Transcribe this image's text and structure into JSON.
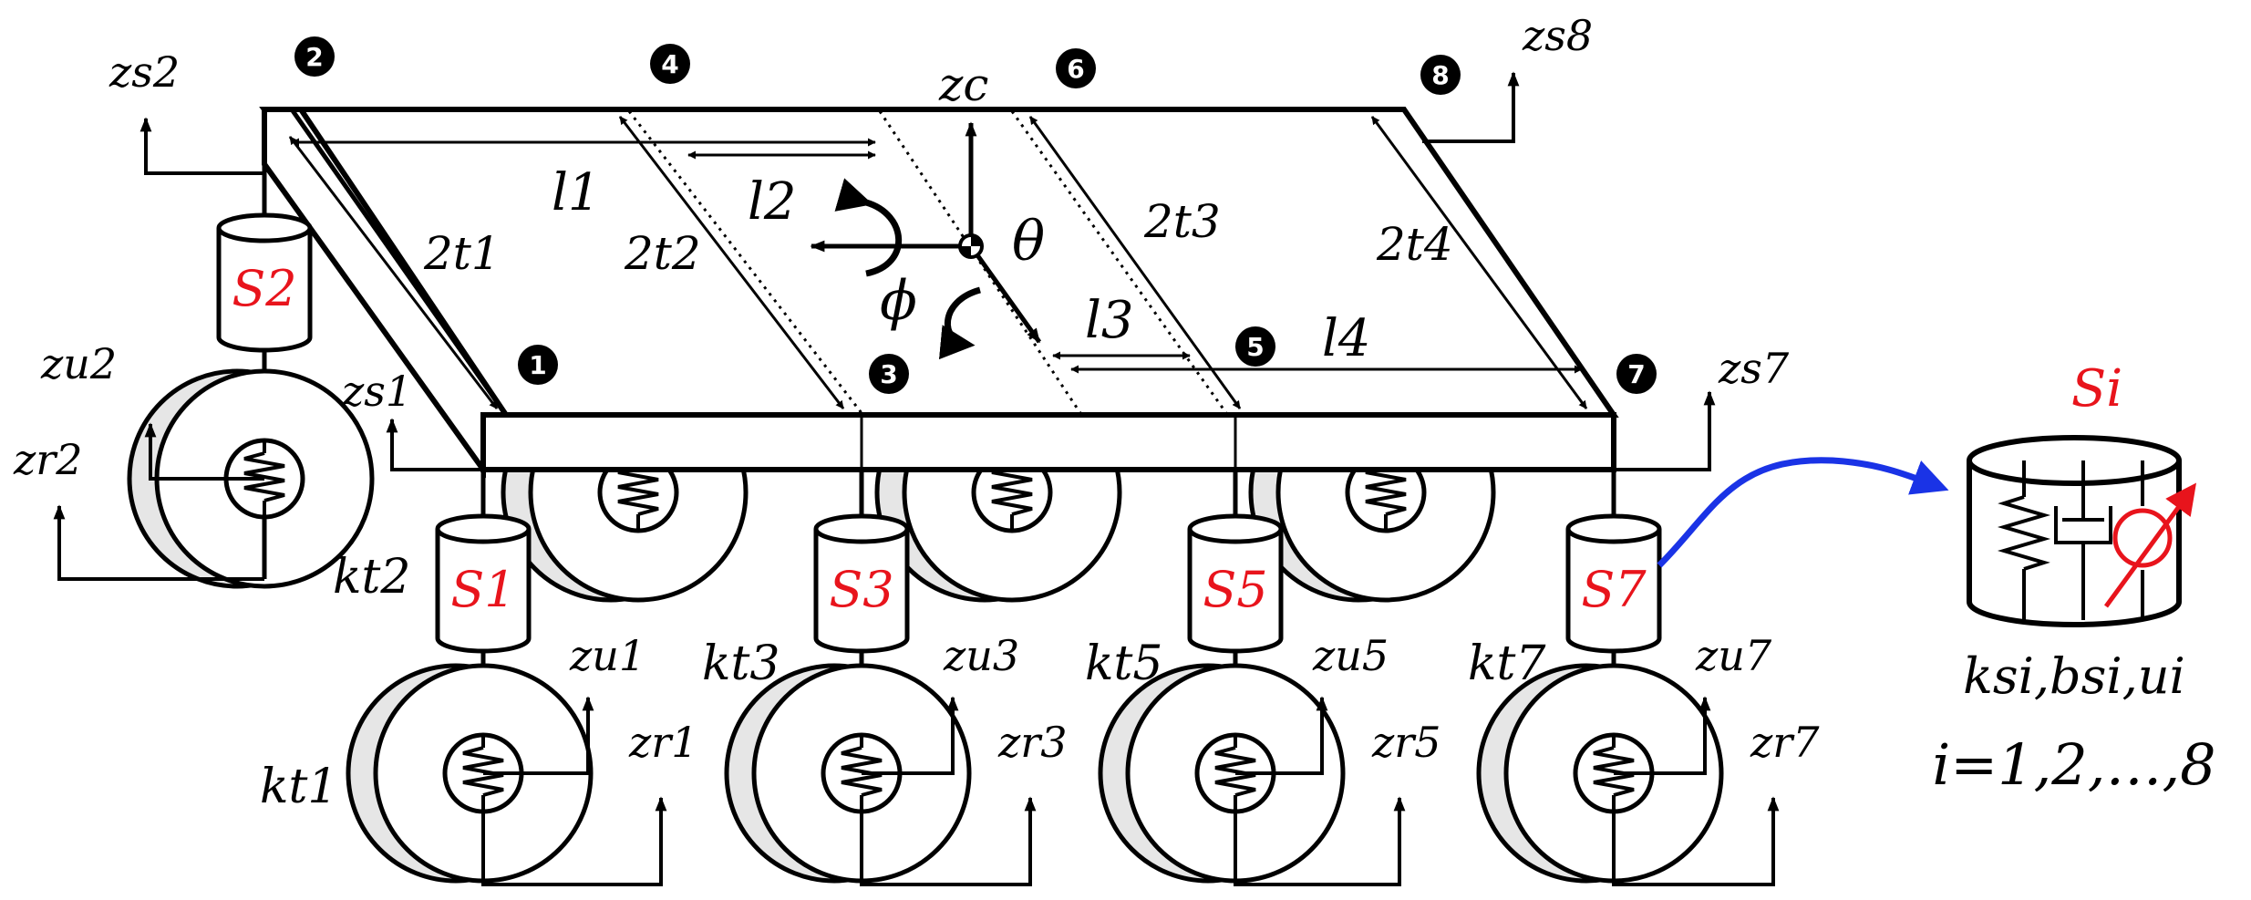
{
  "nodes": [
    "1",
    "2",
    "3",
    "4",
    "5",
    "6",
    "7",
    "8"
  ],
  "body_labels": {
    "zc": "zc",
    "theta": "θ",
    "phi": "ϕ",
    "l1": "l1",
    "l2": "l2",
    "l3": "l3",
    "l4": "l4",
    "t1": "2t1",
    "t2": "2t2",
    "t3": "2t3",
    "t4": "2t4"
  },
  "sprung_labels": {
    "zs1": "zs1",
    "zs2": "zs2",
    "zs7": "zs7",
    "zs8": "zs8"
  },
  "suspensions": {
    "s1": "S1",
    "s2": "S2",
    "s3": "S3",
    "s5": "S5",
    "s7": "S7"
  },
  "tires": {
    "kt1": "kt1",
    "kt2": "kt2",
    "kt3": "kt3",
    "kt5": "kt5",
    "kt7": "kt7"
  },
  "unsprung_labels": {
    "zu1": "zu1",
    "zu2": "zu2",
    "zu3": "zu3",
    "zu5": "zu5",
    "zu7": "zu7"
  },
  "road_labels": {
    "zr1": "zr1",
    "zr2": "zr2",
    "zr3": "zr3",
    "zr5": "zr5",
    "zr7": "zr7"
  },
  "legend": {
    "title": "Si",
    "params": "ksi,bsi,ui",
    "index": "i=1,2,…,8"
  },
  "colors": {
    "ink": "#000000",
    "suspension_label": "#e8141c",
    "arrow": "#1a33e6",
    "wheel_shade": "#e6e6e6"
  }
}
